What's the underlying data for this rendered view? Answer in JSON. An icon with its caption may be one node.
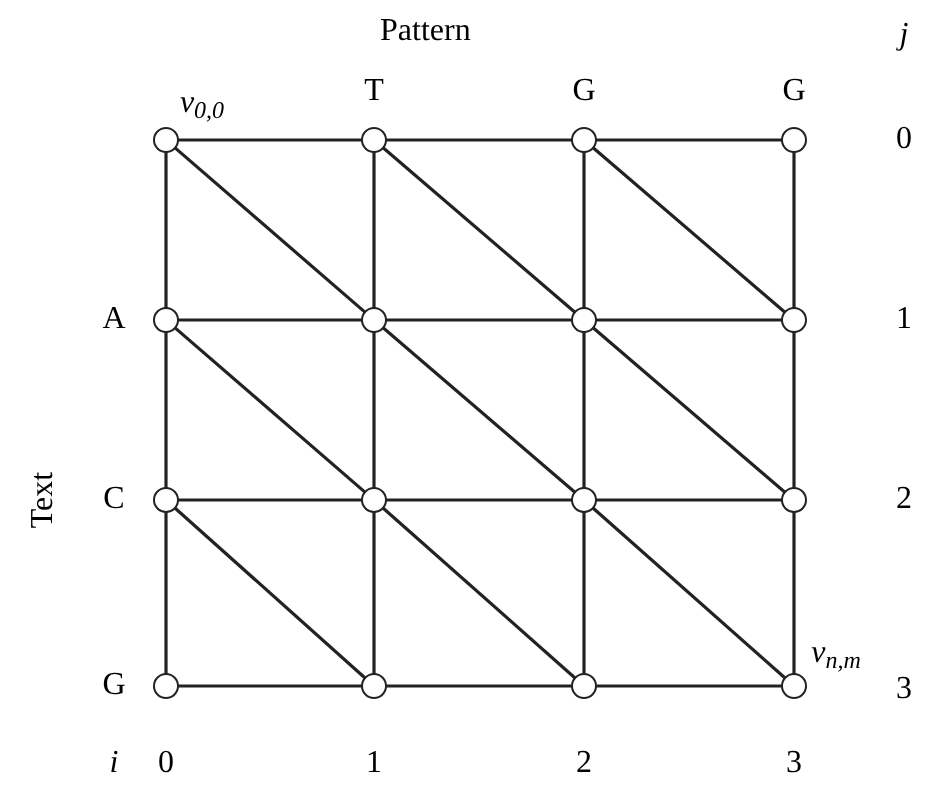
{
  "diagram": {
    "title": "Pattern",
    "nodes": [
      {
        "text": [],
        "shape": "circle",
        "beside": [
          "v$_{0,0}$"
        ]
      },
      {
        "text": [],
        "shape": "circle"
      },
      {
        "text": [],
        "shape": "circle"
      },
      {
        "text": [],
        "shape": "circle"
      },
      {
        "text": [],
        "shape": "circle"
      },
      {
        "text": [],
        "shape": "circle"
      },
      {
        "text": [],
        "shape": "circle"
      },
      {
        "text": [],
        "shape": "circle"
      },
      {
        "text": [],
        "shape": "circle"
      },
      {
        "text": [],
        "shape": "circle"
      },
      {
        "text": [],
        "shape": "circle"
      },
      {
        "text": [],
        "shape": "circle"
      },
      {
        "text": [],
        "shape": "circle"
      },
      {
        "text": [],
        "shape": "circle"
      },
      {
        "text": [],
        "shape": "circle"
      },
      {
        "text": [],
        "shape": "circle",
        "beside": [
          "v$_{n,m}$"
        ]
      }
    ],
    "edges": [
      {
        "from": 0,
        "to": 1,
        "arrow": "none"
      },
      {
        "from": 1,
        "to": 2,
        "arrow": "none"
      },
      {
        "from": 2,
        "to": 3,
        "arrow": "none"
      },
      {
        "from": 4,
        "to": 5,
        "arrow": "none"
      },
      {
        "from": 5,
        "to": 6,
        "arrow": "none"
      },
      {
        "from": 6,
        "to": 7,
        "arrow": "none"
      },
      {
        "from": 8,
        "to": 9,
        "arrow": "none"
      },
      {
        "from": 9,
        "to": 10,
        "arrow": "none"
      },
      {
        "from": 10,
        "to": 11,
        "arrow": "none"
      },
      {
        "from": 12,
        "to": 13,
        "arrow": "none"
      },
      {
        "from": 13,
        "to": 14,
        "arrow": "none"
      },
      {
        "from": 14,
        "to": 15,
        "arrow": "none"
      },
      {
        "from": 0,
        "to": 4,
        "arrow": "none"
      },
      {
        "from": 4,
        "to": 8,
        "arrow": "none"
      },
      {
        "from": 8,
        "to": 12,
        "arrow": "none"
      },
      {
        "from": 1,
        "to": 5,
        "arrow": "none"
      },
      {
        "from": 5,
        "to": 9,
        "arrow": "none"
      },
      {
        "from": 9,
        "to": 13,
        "arrow": "none"
      },
      {
        "from": 2,
        "to": 6,
        "arrow": "none"
      },
      {
        "from": 6,
        "to": 10,
        "arrow": "none"
      },
      {
        "from": 10,
        "to": 14,
        "arrow": "none"
      },
      {
        "from": 3,
        "to": 7,
        "arrow": "none"
      },
      {
        "from": 7,
        "to": 11,
        "arrow": "none"
      },
      {
        "from": 11,
        "to": 15,
        "arrow": "none"
      },
      {
        "from": 0,
        "to": 5,
        "arrow": "none"
      },
      {
        "from": 1,
        "to": 6,
        "arrow": "none"
      },
      {
        "from": 2,
        "to": 7,
        "arrow": "none"
      },
      {
        "from": 4,
        "to": 9,
        "arrow": "none"
      },
      {
        "from": 5,
        "to": 10,
        "arrow": "none"
      },
      {
        "from": 6,
        "to": 11,
        "arrow": "none"
      },
      {
        "from": 8,
        "to": 13,
        "arrow": "none"
      },
      {
        "from": 9,
        "to": 14,
        "arrow": "none"
      },
      {
        "from": 10,
        "to": 15,
        "arrow": "none"
      }
    ],
    "labels": [
      "j",
      "T",
      "G",
      "G",
      "0",
      "A",
      "1",
      "C",
      "2",
      "Text",
      "G",
      "3",
      "i",
      "0",
      "1",
      "2",
      "3"
    ]
  }
}
